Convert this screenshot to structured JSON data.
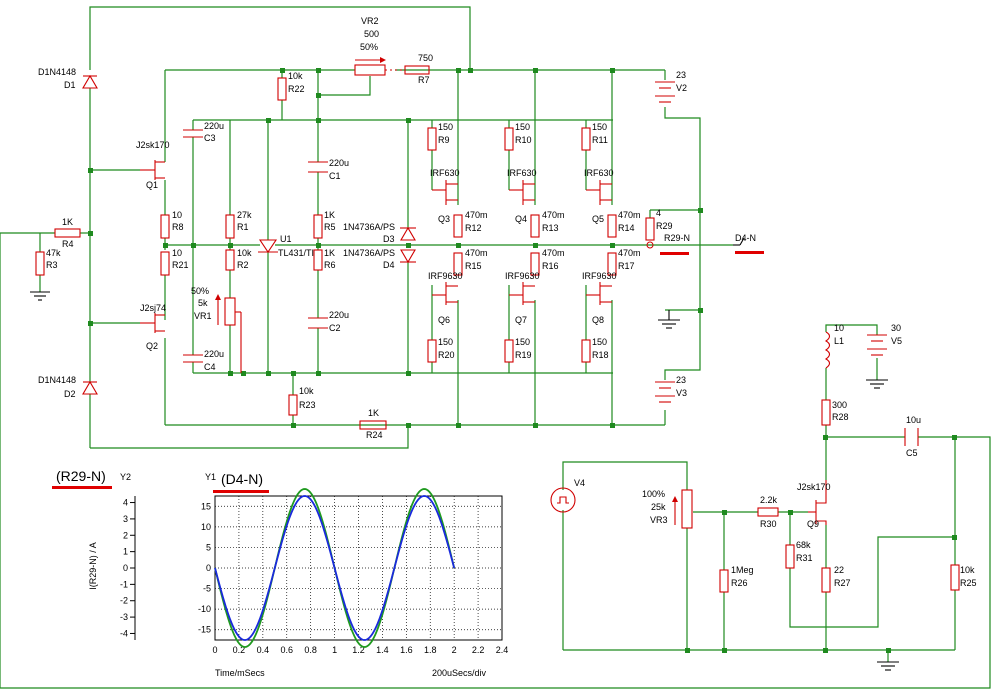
{
  "components": {
    "D1": {
      "name": "D1",
      "value": "D1N4148"
    },
    "D2": {
      "name": "D2",
      "value": "D1N4148"
    },
    "R4": {
      "name": "R4",
      "value": "1K"
    },
    "R3": {
      "name": "R3",
      "value": "47k"
    },
    "Q1": {
      "name": "Q1",
      "value": "J2sk170"
    },
    "Q2": {
      "name": "Q2",
      "value": "J2sj74"
    },
    "C3": {
      "name": "C3",
      "value": "220u"
    },
    "C4": {
      "name": "C4",
      "value": "220u"
    },
    "R8": {
      "name": "R8",
      "value": "10"
    },
    "R21": {
      "name": "R21",
      "value": "10"
    },
    "R1": {
      "name": "R1",
      "value": "27k"
    },
    "R2": {
      "name": "R2",
      "value": "10k"
    },
    "VR1": {
      "name": "VR1",
      "value": "5k",
      "setting": "50%"
    },
    "U1": {
      "name": "U1",
      "value": "TL431/TI"
    },
    "R22": {
      "name": "R22",
      "value": "10k"
    },
    "R23": {
      "name": "R23",
      "value": "10k"
    },
    "VR2": {
      "name": "VR2",
      "value": "500",
      "setting": "50%"
    },
    "R7": {
      "name": "R7",
      "value": "750"
    },
    "C1": {
      "name": "C1",
      "value": "220u"
    },
    "C2": {
      "name": "C2",
      "value": "220u"
    },
    "R5": {
      "name": "R5",
      "value": "1K"
    },
    "R6": {
      "name": "R6",
      "value": "1K"
    },
    "D3": {
      "name": "D3",
      "value": "1N4736A/PS"
    },
    "D4": {
      "name": "D4",
      "value": "1N4736A/PS"
    },
    "R24": {
      "name": "R24",
      "value": "1K"
    },
    "R9": {
      "name": "R9",
      "value": "150"
    },
    "R10": {
      "name": "R10",
      "value": "150"
    },
    "R11": {
      "name": "R11",
      "value": "150"
    },
    "Q3": {
      "name": "Q3",
      "value": "IRF630"
    },
    "Q4": {
      "name": "Q4",
      "value": "IRF630"
    },
    "Q5": {
      "name": "Q5",
      "value": "IRF630"
    },
    "R12": {
      "name": "R12",
      "value": "470m"
    },
    "R13": {
      "name": "R13",
      "value": "470m"
    },
    "R14": {
      "name": "R14",
      "value": "470m"
    },
    "R15": {
      "name": "R15",
      "value": "470m"
    },
    "R16": {
      "name": "R16",
      "value": "470m"
    },
    "R17": {
      "name": "R17",
      "value": "470m"
    },
    "Q6": {
      "name": "Q6",
      "value": "IRF9630"
    },
    "Q7": {
      "name": "Q7",
      "value": "IRF9630"
    },
    "Q8": {
      "name": "Q8",
      "value": "IRF9630"
    },
    "R20": {
      "name": "R20",
      "value": "150"
    },
    "R19": {
      "name": "R19",
      "value": "150"
    },
    "R18": {
      "name": "R18",
      "value": "150"
    },
    "R29": {
      "name": "R29",
      "value": "4"
    },
    "V2": {
      "name": "V2",
      "value": "23"
    },
    "V3": {
      "name": "V3",
      "value": "23"
    },
    "L1": {
      "name": "L1",
      "value": "10"
    },
    "V5": {
      "name": "V5",
      "value": "30"
    },
    "R28": {
      "name": "R28",
      "value": "300"
    },
    "C5": {
      "name": "C5",
      "value": "10u"
    },
    "V4": {
      "name": "V4"
    },
    "VR3": {
      "name": "VR3",
      "value": "25k",
      "setting": "100%"
    },
    "R30": {
      "name": "R30",
      "value": "2.2k"
    },
    "Q9": {
      "name": "Q9",
      "value": "J2sk170"
    },
    "R31": {
      "name": "R31",
      "value": "68k"
    },
    "R26": {
      "name": "R26",
      "value": "1Meg"
    },
    "R27": {
      "name": "R27",
      "value": "22"
    },
    "R25": {
      "name": "R25",
      "value": "10k"
    }
  },
  "probes": {
    "r29_n": "R29-N",
    "d4_n": "D4-N"
  },
  "chart_data": {
    "type": "line",
    "xlabel": "Time/mSecs",
    "x_div_label": "200uSecs/div",
    "xlim": [
      0,
      2.4
    ],
    "x_ticks": [
      "0",
      "0.2",
      "0.4",
      "0.6",
      "0.8",
      "1",
      "1.2",
      "1.4",
      "1.6",
      "1.8",
      "2",
      "2.2",
      "2.4"
    ],
    "y1": {
      "axis_label": "Y1",
      "name": "(D4-N)",
      "ylim": [
        -17.5,
        17.5
      ],
      "ticks": [
        "15",
        "10",
        "5",
        "0",
        "-5",
        "-10",
        "-15"
      ]
    },
    "y2": {
      "axis_label": "Y2",
      "name": "(R29-N)",
      "ylabel": "I(R29-N) / A",
      "ylim": [
        -4.4,
        4.4
      ],
      "ticks": [
        "4",
        "3",
        "2",
        "1",
        "0",
        "-1",
        "-2",
        "-3",
        "-4"
      ]
    },
    "series": [
      {
        "name": "(D4-N)",
        "axis": "y1",
        "color": "#1f9a1f",
        "amplitude": 19.2,
        "frequency_khz": 1,
        "x_end": 2
      },
      {
        "name": "(R29-N)",
        "axis": "y2",
        "color": "#1a2adc",
        "amplitude": 4.4,
        "frequency_khz": 1,
        "x_end": 2
      }
    ]
  },
  "colors": {
    "wire": "#1f8a1f",
    "component": "#d00000",
    "highlight": "#e00000"
  }
}
